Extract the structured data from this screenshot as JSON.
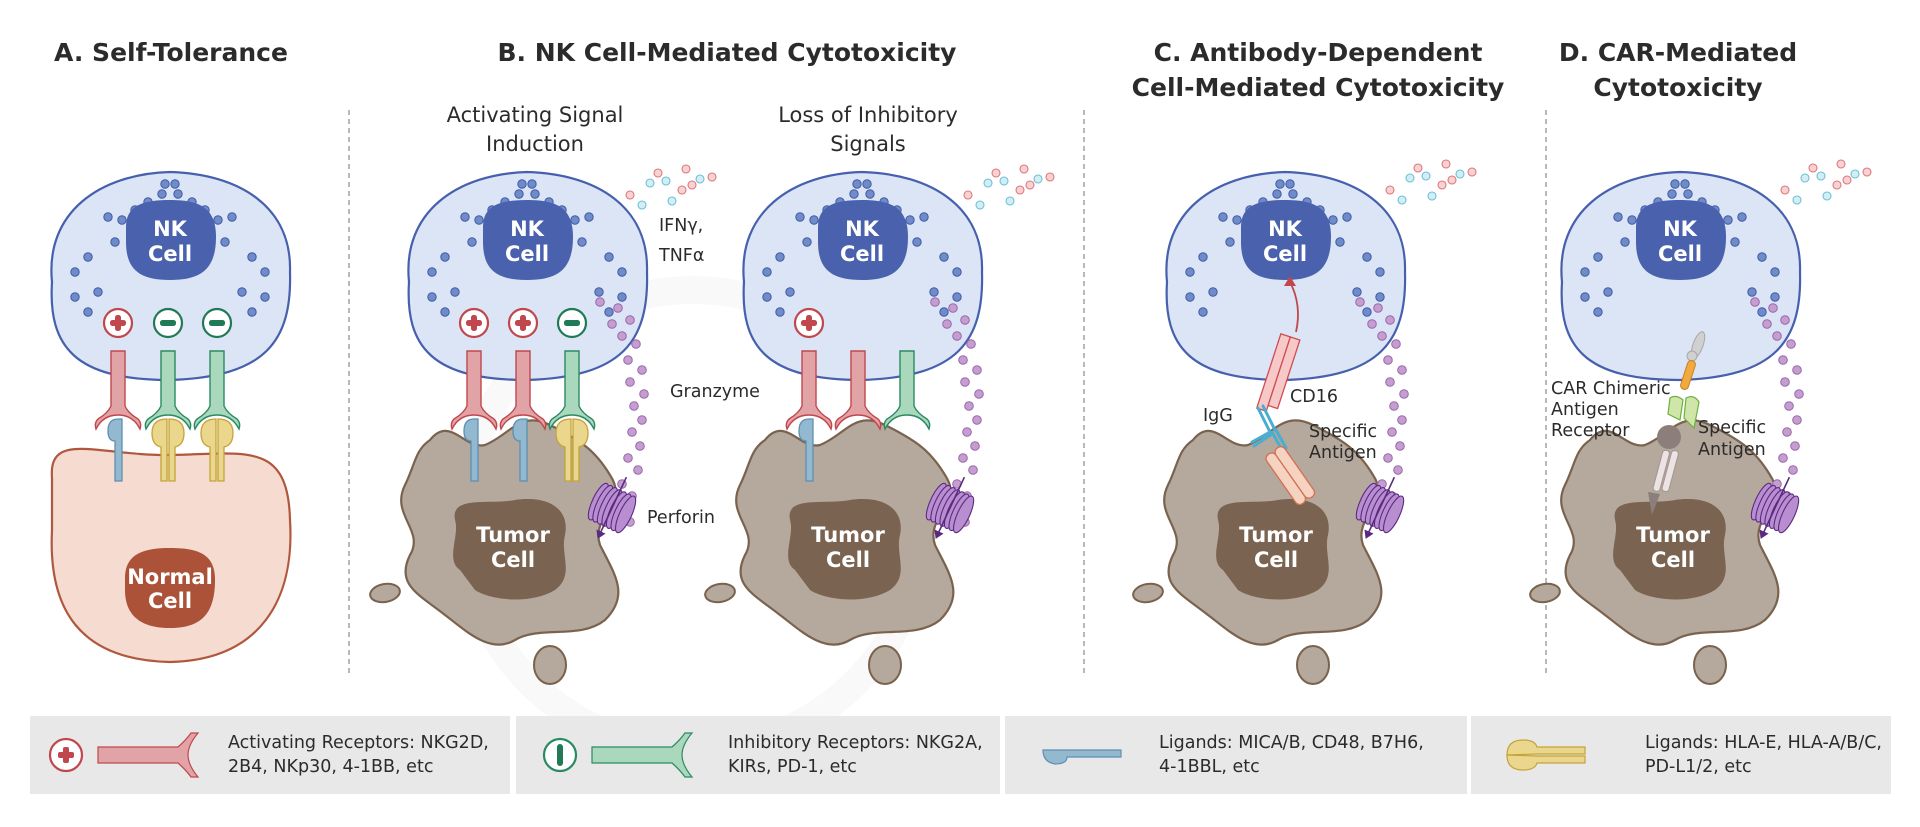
{
  "panels": {
    "a": {
      "title": "A. Self-Tolerance"
    },
    "b": {
      "title": "B. NK Cell-Mediated Cytotoxicity",
      "sub1": [
        "Activating Signal",
        "Induction"
      ],
      "sub2": [
        "Loss of Inhibitory",
        "Signals"
      ]
    },
    "c": {
      "title": [
        "C. Antibody-Dependent",
        "Cell-Mediated Cytotoxicity"
      ]
    },
    "d": {
      "title": [
        "D. CAR-Mediated",
        "Cytotoxicity"
      ]
    }
  },
  "cells": {
    "nk": [
      "NK",
      "Cell"
    ],
    "normal": [
      "Normal",
      "Cell"
    ],
    "tumor": [
      "Tumor",
      "Cell"
    ]
  },
  "labels": {
    "cytokines": [
      "IFNγ,",
      "TNFα"
    ],
    "granzyme": "Granzyme",
    "perforin": "Perforin",
    "cd16": "CD16",
    "igg": "IgG",
    "specific_antigen": [
      "Specific",
      "Antigen"
    ],
    "car": [
      "CAR Chimeric",
      "Antigen",
      "Receptor"
    ]
  },
  "signals": {
    "a": [
      "+",
      "-",
      "-"
    ],
    "b1": [
      "+",
      "+",
      "-"
    ],
    "b2": [
      "+"
    ]
  },
  "legend": [
    {
      "icon": "activating-receptor",
      "text": "Activating Receptors: NKG2D,\n2B4, NKp30, 4-1BB, etc"
    },
    {
      "icon": "inhibitory-receptor",
      "text": "Inhibitory Receptors: NKG2A,\nKIRs, PD-1, etc"
    },
    {
      "icon": "activating-ligand",
      "text": "Ligands: MICA/B, CD48, B7H6,\n4-1BBL, etc"
    },
    {
      "icon": "inhibitory-ligand",
      "text": "Ligands: HLA-E, HLA-A/B/C,\nPD-L1/2, etc"
    }
  ],
  "colors": {
    "nk_fill": "#dce5f5",
    "nk_stroke": "#4660ad",
    "nk_nucleus": "#4a62ad",
    "normal_fill": "#f5dbd0",
    "normal_stroke": "#b0583e",
    "normal_nucleus": "#ab5238",
    "tumor_fill": "#b5a89c",
    "tumor_stroke": "#7a634e",
    "tumor_nucleus": "#7a6350",
    "activating": "#e2a3a6",
    "activating_stroke": "#c0474d",
    "inhibitory": "#a9d8bc",
    "inhibitory_stroke": "#2a8a62",
    "ligand_blue": "#93b9d0",
    "ligand_blue_stroke": "#5e8fb0",
    "ligand_yellow": "#ebd68e",
    "ligand_yellow_stroke": "#c4a437",
    "granule": "#c59ed0",
    "granule_stroke": "#9a66ac",
    "perforin": "#b98ed0",
    "perforin_stroke": "#5a2a80"
  }
}
